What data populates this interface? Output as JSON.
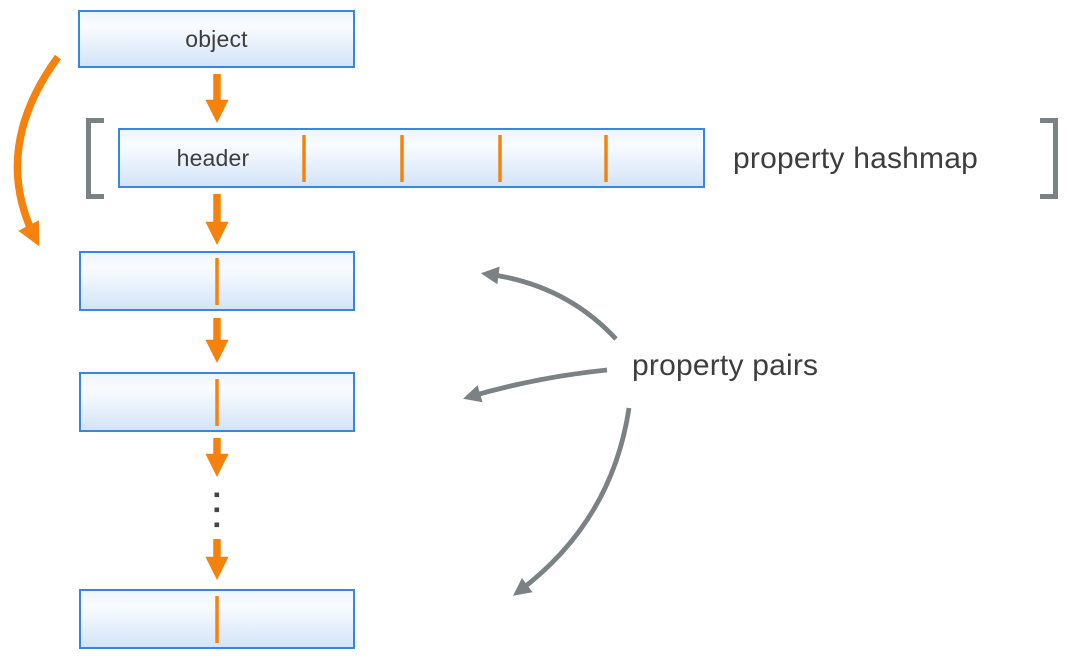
{
  "theme": {
    "orange": "#F6820E",
    "blue_border": "#3787E2",
    "box_fill_top": "#EDF4FC",
    "box_fill_mid": "#F9FCFF",
    "box_fill_bottom": "#D3E4F8",
    "gray": "#7C8184",
    "text": "#3D3D3D",
    "dot": "#454545",
    "page_bg": "#FFFFFF"
  },
  "diagram": {
    "object_box": {
      "label": "object"
    },
    "hashmap": {
      "header_label": "header",
      "caption": "property hashmap",
      "slot_divider_count": 4
    },
    "pairs": {
      "caption": "property pairs",
      "box_count": 3,
      "ellipsis_dot_count": 3
    }
  }
}
